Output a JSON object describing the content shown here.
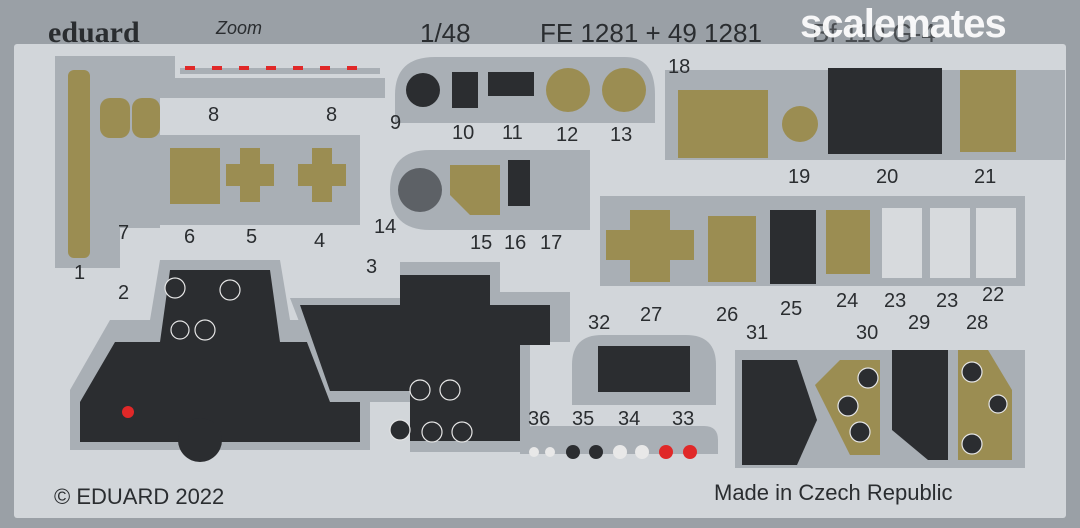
{
  "header": {
    "brand": "eduard",
    "logo": "Zoom",
    "scale": "1/48",
    "code": "FE 1281 + 49 1281",
    "title_fragment": "Bf 110 G-4",
    "watermark": "scalemates"
  },
  "part_labels": [
    "1",
    "2",
    "3",
    "5",
    "4",
    "6",
    "7",
    "8",
    "8",
    "9",
    "10",
    "11",
    "12",
    "13",
    "14",
    "15",
    "16",
    "17",
    "18",
    "19",
    "20",
    "21",
    "22",
    "23",
    "23",
    "24",
    "25",
    "26",
    "27",
    "28",
    "29",
    "30",
    "31",
    "32",
    "33",
    "34",
    "35",
    "36"
  ],
  "footer": {
    "copyright": "© EDUARD 2022",
    "origin": "Made in Czech Republic"
  },
  "colors": {
    "fret": "#9aa0a6",
    "sheet": "#d2d6da",
    "brass": "#9b8d52",
    "panel": "#2b2d30",
    "red": "#e02828",
    "watermark_green": "#7fbf3f"
  }
}
